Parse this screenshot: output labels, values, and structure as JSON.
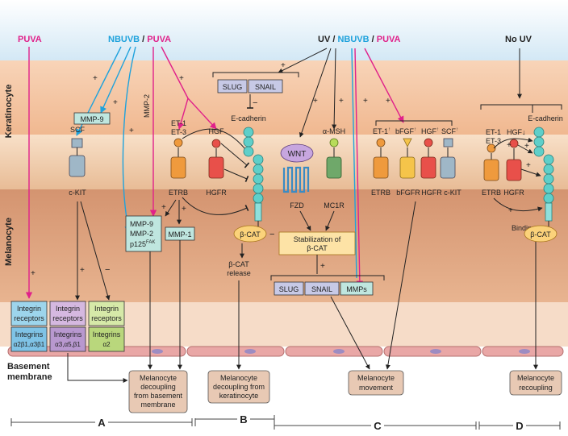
{
  "layers": {
    "keratinocyte": "Keratinocyte",
    "melanocyte": "Melanocyte",
    "basement_line1": "Basement",
    "basement_line2": "membrane"
  },
  "treatments": {
    "puva_left": "PUVA",
    "nbuvb_mid": "NBUVB",
    "slash_mid": " / ",
    "puva_mid": "PUVA",
    "uv_right": "UV / ",
    "nbuvb_right": "NBUVB",
    "slash_right": " / ",
    "puva_right": "PUVA",
    "no_uv": "No UV"
  },
  "molecules": {
    "scf": "SCF",
    "ckit": "c-KIT",
    "mmp9_top": "MMP-9",
    "mmp2_vertical": "MMP-2",
    "et1": "ET-1",
    "et3": "ET-3",
    "hgf": "HGF",
    "etrb": "ETRB",
    "hgfr": "HGFR",
    "ecadherin": "E-cadherin",
    "slug": "SLUG",
    "snail": "SNAIL",
    "mmp_box_l1": "MMP-9",
    "mmp_box_l2": "MMP-2",
    "mmp_box_l3": "p125",
    "mmp_box_l3_sup": "FAK",
    "mmp1": "MMP-1",
    "bcat": "β-CAT",
    "bcat_release_l1": "β-CAT",
    "bcat_release_l2": "release",
    "wnt": "WNT",
    "fzd": "FZD",
    "amsh": "α-MSH",
    "mc1r": "MC1R",
    "stab_l1": "Stabilization of",
    "stab_l2": "β-CAT",
    "mmps": "MMPs",
    "c_et1": "ET-1",
    "c_bfgf": "bFGF",
    "c_hgf": "HGF",
    "c_scf": "SCF",
    "c_etrb": "ETRB",
    "c_bfgfr": "bFGFR",
    "c_hgfr": "HGFR",
    "c_ckit": "c-KIT",
    "up_mark": "↑",
    "d_ecadherin": "E-cadherin",
    "d_et1": "ET-1",
    "d_et3": "ET-3",
    "d_hgf": "HGF↓",
    "d_etrb": "ETRB",
    "d_hgfr": "HGFR",
    "binding": "Binding",
    "d_bcat": "β-CAT"
  },
  "integrins": {
    "col1_top": [
      "Integrin",
      "receptors"
    ],
    "col1_bot_name": "Integrins",
    "col1_bot_sub": "α2β1,α3β1",
    "col2_top": [
      "Integrin",
      "receptors"
    ],
    "col2_bot_name": "Integrins",
    "col2_bot_sub": "α3,α5,β1",
    "col3_top": [
      "Integrin",
      "receptors"
    ],
    "col3_bot_name": "Integrins",
    "col3_bot_sub": "α2"
  },
  "outcomes": {
    "a": [
      "Melanocyte",
      "decoupling",
      "from basement",
      "membrane"
    ],
    "b": [
      "Melanocyte",
      "decoupling from",
      "keratinocyte"
    ],
    "c": [
      "Melanocyte",
      "movement"
    ],
    "d": [
      "Melanocyte",
      "recoupling"
    ]
  },
  "signs": {
    "plus": "+",
    "minus": "−"
  },
  "sections": {
    "a": "A",
    "b": "B",
    "c": "C",
    "d": "D"
  },
  "colors": {
    "puva": "#e0218a",
    "nbuvb": "#1fa2dc",
    "keratinocyte_bg": "#f6c8a8",
    "melanocyte_bg": "#d99a70",
    "sky": "#ddeef8",
    "box_fill": "#e8c9b4",
    "slug_fill": "#c7c9e6",
    "teal_fill": "#bfe6df",
    "stab_fill": "#fde3a6"
  }
}
